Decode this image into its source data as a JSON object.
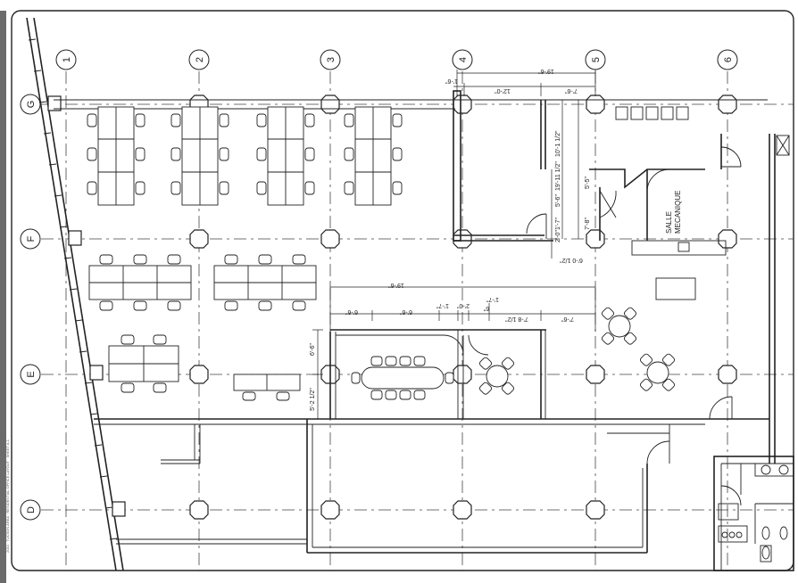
{
  "grid": {
    "columns": [
      "1",
      "2",
      "3",
      "4",
      "5",
      "6"
    ],
    "rows": [
      "G",
      "F",
      "E",
      "D"
    ]
  },
  "rooms": {
    "mechanical_line1": "SALLE",
    "mechanical_line2": "MECANIQUE"
  },
  "dimensions": {
    "top_overall": "19'-6\"",
    "top_left": "1'-6\"",
    "top_mid": "12'-0\"",
    "top_right": "7'-6\"",
    "vert_a": "10'-1 1/2\"",
    "vert_b": "19'-11 1/2\"",
    "vert_c": "5'-6\"",
    "vert_d": "1'-7\"",
    "vert_e": "2'-0\"",
    "vert_f": "7'-8\"",
    "vert_g": "5'-5\"",
    "bottom_small": "6'-0 1/2\"",
    "mid_overall": "19'-6\"",
    "mid_a": "6'-6\"",
    "mid_b": "6'-6\"",
    "mid_c": "1'-7\"",
    "mid_d": "2'-0\"",
    "mid_e": "1'-7\"",
    "mid_f": "6\"",
    "mid_g": "7'-8 1/2\"",
    "mid_h": "7'-6\"",
    "left_a": "6'-6\"",
    "left_b": "5'-2 1/2\""
  },
  "drawing_note": "2010 · TUCSON AREA · RESIDENTIAL OFFICE LAYOUT · SHEET A-1"
}
